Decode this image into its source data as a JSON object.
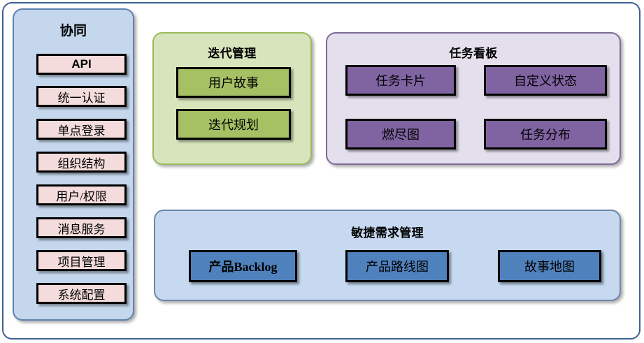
{
  "diagram": {
    "title_hidden": "",
    "panels": {
      "collaboration": {
        "title": "协同",
        "items": [
          {
            "label": "API"
          },
          {
            "label": "统一认证"
          },
          {
            "label": "单点登录"
          },
          {
            "label": "组织结构"
          },
          {
            "label": "用户/权限"
          },
          {
            "label": "消息服务"
          },
          {
            "label": "项目管理"
          },
          {
            "label": "系统配置"
          }
        ],
        "fill_color": "#C4D7ED",
        "border_color": "#5E82AE",
        "item_fill_color": "#F4DCDC"
      },
      "iteration": {
        "title": "迭代管理",
        "items": [
          {
            "label": "用户故事"
          },
          {
            "label": "迭代规划"
          }
        ],
        "fill_color": "#D8E4BC",
        "border_color": "#9BBB59",
        "item_fill_color": "#A6C164"
      },
      "taskboard": {
        "title": "任务看板",
        "items": [
          {
            "label": "任务卡片"
          },
          {
            "label": "自定义状态"
          },
          {
            "label": "燃尽图"
          },
          {
            "label": "任务分布"
          }
        ],
        "fill_color": "#E4DFEC",
        "border_color": "#7D6B96",
        "item_fill_color": "#8064A2"
      },
      "agile": {
        "title": "敏捷需求管理",
        "items": [
          {
            "label": "产品Backlog"
          },
          {
            "label": "产品路线图"
          },
          {
            "label": "故事地图"
          }
        ],
        "fill_color": "#C6D9F0",
        "border_color": "#6E87A8",
        "item_fill_color": "#4F81BD"
      }
    },
    "frame_border_color": "#3E6293",
    "background_color": "#FFFFFF"
  }
}
